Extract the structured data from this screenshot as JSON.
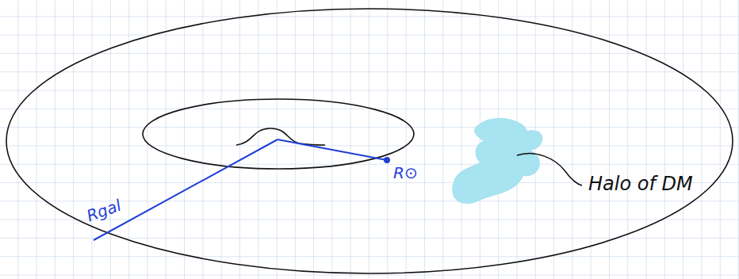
{
  "diagram": {
    "labels": [
      "Rgal",
      "R⊙",
      "Halo of DM"
    ]
  }
}
